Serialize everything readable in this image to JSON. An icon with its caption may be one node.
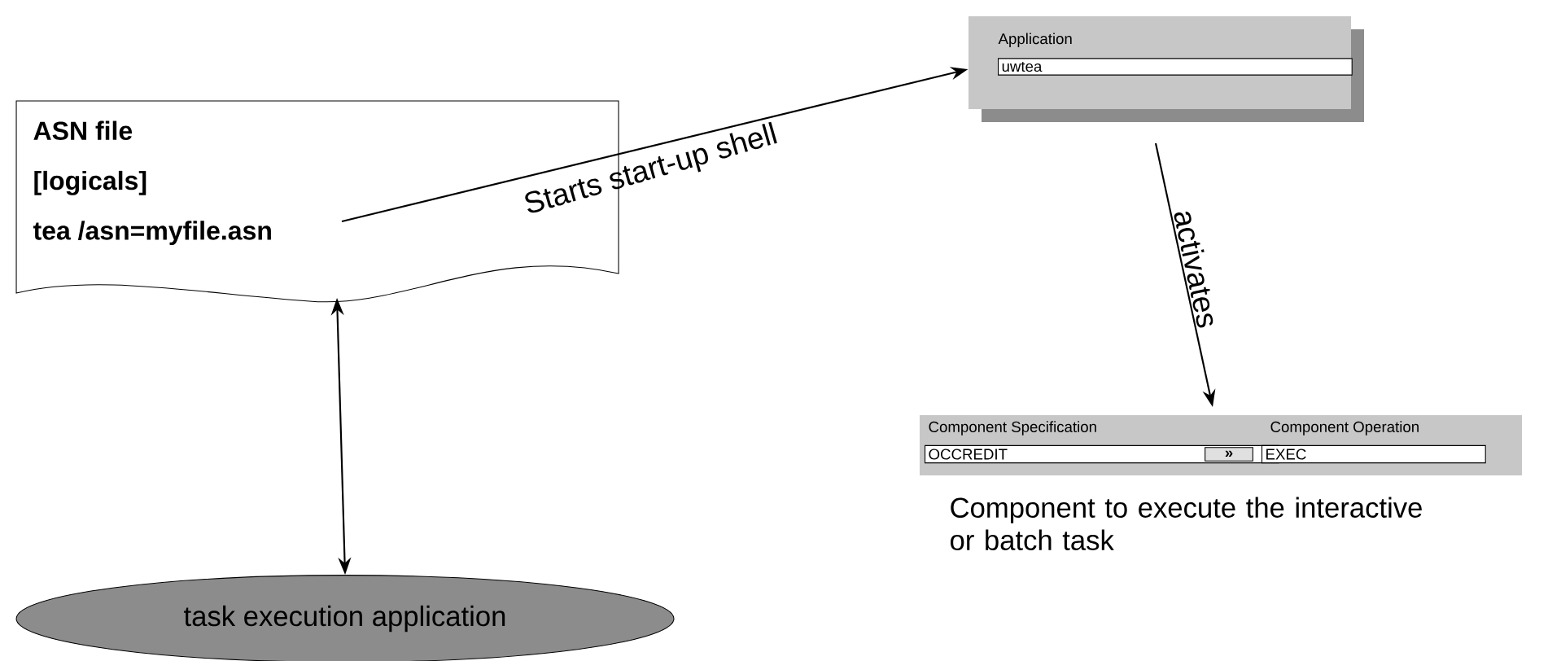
{
  "diagram": {
    "nodes": [
      {
        "text": [
          "ASN file",
          "[logicals]",
          "tea /asn=myfile.asn"
        ]
      },
      {
        "text": [
          "Application",
          "uwtea"
        ]
      },
      {
        "text": [
          "Component Specification",
          "OCCREDIT",
          "»",
          "Component Operation",
          "EXEC"
        ],
        "beside": [
          "Component to execute the interactive or batch task"
        ]
      },
      {
        "text": [
          "task execution application"
        ]
      }
    ],
    "edges": [
      {
        "from": 0,
        "to": 1,
        "arrow": "to",
        "label": "Starts start-up shell"
      },
      {
        "from": 1,
        "to": 2,
        "arrow": "to",
        "label": "activates"
      },
      {
        "from": 0,
        "to": 3,
        "arrow": "both"
      }
    ]
  }
}
